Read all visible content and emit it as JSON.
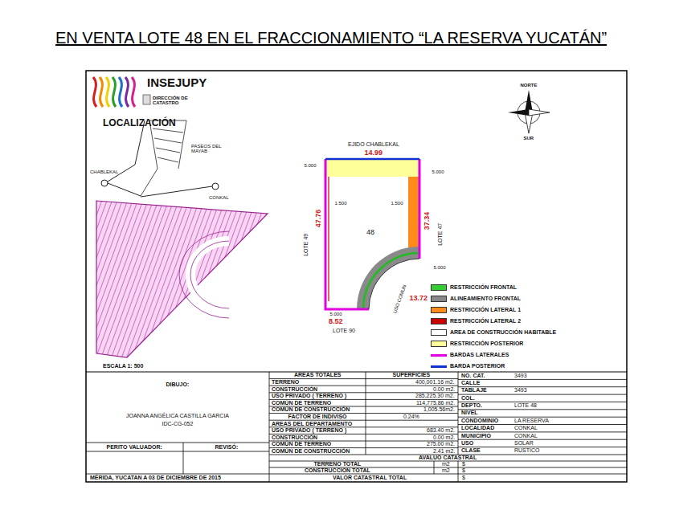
{
  "diagram": {
    "title": "EN VENTA LOTE 48 EN EL FRACCIONAMIENTO “LA RESERVA YUCATÁN”",
    "nodes": [
      {
        "text": [
          "48"
        ]
      }
    ],
    "labels": [
      "INSEJUPY",
      "DIRECCIÓN DE CATASTRO",
      "LOCALIZACIÓN",
      "CHABLEKAL",
      "CONKAL",
      "PASEOS DEL MAYAB",
      "NORTE",
      "SUR",
      "EJIDO CHABLEKAL",
      "14.99",
      "5.000",
      "5.000",
      "1.500",
      "1.500",
      "LOTE 49",
      "47.76",
      "LOTE 47",
      "37.34",
      "5.000",
      "13.72",
      "USO COMUN",
      "5.000",
      "8.52",
      "LOTE 90",
      "ESCALA 1: 500",
      "DIBUJO:",
      "JOANNA ANGÉLICA CASTILLA GARCIA",
      "IDC-CG-052",
      "PERITO VALUADOR:",
      "REVISÓ:",
      "MÉRIDA, YUCATAN A 03 DE DICIEMBRE DE 2015",
      "AREAS TOTALES",
      "SUPERFICIES",
      "TERRENO",
      "400,001.16 m2.",
      "CONSTRUCCIÓN",
      "0.00 m2.",
      "USO PRIVADO ( TERRENO )",
      "285,225.30 m2.",
      "COMÚN DE TERRENO",
      "114,775.86 m2.",
      "COMÚN DE CONSTRUCCIÓN",
      "1,005.56m2.",
      "FACTOR DE INDIVISO",
      "0.24%",
      "AREAS DEL DEPARTAMENTO",
      "USO PRIVADO ( TERRENO )",
      "683.40 m2.",
      "CONSTRUCCIÓN",
      "0.00 m2.",
      "COMÚN DE TERRENO",
      "275.00 m2.",
      "COMÚN DE CONSTRUCCIÓN",
      "2.41 m2.",
      "AVALUO CATASTRAL",
      "TERRENO TOTAL",
      "m2",
      "$",
      "CONSTRUCCION TOTAL",
      "m2",
      "$",
      "VALOR CATASTRAL TOTAL",
      "$",
      "NO. CAT.",
      "3493",
      "CALLE",
      "TABLAJE",
      "3493",
      "COL.",
      "DEPTO.",
      "LOTE 48",
      "NIVEL",
      "CONDOMINIO",
      "LA RESERVA",
      "LOCALIDAD",
      "CONKAL",
      "MUNICIPIO",
      "CONKAL",
      "USO",
      "SOLAR",
      "CLASE",
      "RUSTICO"
    ],
    "legend": [
      {
        "text": "RESTRICCIÓN FRONTAL",
        "color": "#33cc33"
      },
      {
        "text": "ALINEAMIENTO FRONTAL",
        "color": "#888888"
      },
      {
        "text": "RESTRICCIÓN LATERAL 1",
        "color": "#ff8c1a"
      },
      {
        "text": "RESTRICCIÓN LATERAL 2",
        "color": "#cc0000"
      },
      {
        "text": "AREA DE CONSTRUCCIÓN HABITABLE",
        "color": "#ffffff"
      },
      {
        "text": "RESTRICCIÓN POSTERIOR",
        "color": "#ffff99"
      },
      {
        "text": "BARDAS LATERALES"
      },
      {
        "text": "BARDA POSTERIOR"
      }
    ]
  }
}
